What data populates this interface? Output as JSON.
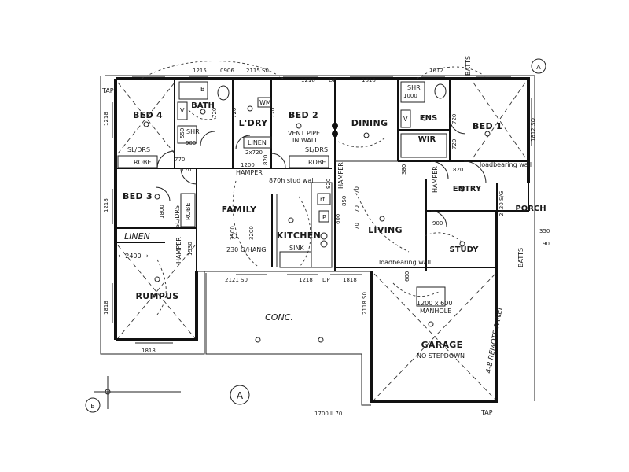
{
  "markers": {
    "grid_a_top": "A",
    "grid_a_bottom": "A",
    "grid_b": "B"
  },
  "rooms": {
    "bed4": "BED 4",
    "bath": "BATH",
    "ldry": "L'DRY",
    "bed2": "BED 2",
    "dining": "DINING",
    "ens": "ENS",
    "bed1": "BED 1",
    "wir": "WIR",
    "bed3": "BED 3",
    "family": "FAMILY",
    "kitchen": "KITCHEN",
    "living": "LIVING",
    "entry": "ENTRY",
    "porch": "PORCH",
    "study": "STUDY",
    "rumpus": "RUMPUS",
    "conc": "CONC.",
    "garage": "GARAGE"
  },
  "labels": {
    "tap_top": "TAP",
    "tap_bottom": "TAP",
    "batts_top": "BATTS",
    "batts_porch": "BATTS",
    "vent_pipe_1": "VENT PIPE",
    "vent_pipe_2": "IN WALL",
    "linen_ldry": "LINEN",
    "linen_rumpus": "LINEN",
    "robe_bed4": "ROBE",
    "robe_bed2": "ROBE",
    "robe_bed3": "ROBE",
    "sl_drs_bed4": "SL/DRS",
    "sl_drs_bed2": "SL/DRS",
    "sl_drs_bed3": "SL/DRS",
    "hamper_1": "HAMPER",
    "hamper_2": "HAMPER",
    "hamper_3": "HAMPER",
    "hamper_4": "HAMPER",
    "stud_wall": "870h stud wall",
    "loadbearing_1": "loadbearing wall",
    "loadbearing_2": "loadbearing wall",
    "sink": "SINK",
    "manhole_1": "1200 x 600",
    "manhole_2": "MANHOLE",
    "no_stepdown": "NO STEPDOWN",
    "remote_panel": "4-8 REMOTE PANEL",
    "o_hang": "230 O/HANG",
    "rumpus_width": "← 2400 →",
    "shr_1": "SHR",
    "shr_2": "SHR",
    "wm": "WM",
    "b_box": "B",
    "v_1": "V",
    "v_2": "V",
    "p_box": "P",
    "rf_box": "rf"
  },
  "dimensions": {
    "top_1215": "1215",
    "top_0906": "0906",
    "top_2115": "2115 S0",
    "top_1218": "1218",
    "top_dp": "DP",
    "top_1818": "1818",
    "top_1012": "1012",
    "left_1218_a": "1218",
    "left_1218_b": "1218",
    "left_1818": "1818",
    "ens_1000": "1000",
    "ens_720": "720",
    "bath_720": "720",
    "ldry_720": "720",
    "bed2_720": "720",
    "bed1_720": "720",
    "bed4_770": "770",
    "bed3_770": "770",
    "s900": "900",
    "s550": "550",
    "l2x720": "2x720",
    "l1200": "1200",
    "l820": "820",
    "l380": "380",
    "l920": "920",
    "l1800": "1800",
    "l1530": "1530",
    "fam_3500": "3500",
    "fam_3200": "3200",
    "k_600": "600",
    "k_850": "850",
    "l70_a": "70",
    "l70_b": "70",
    "l70_c": "70",
    "entry_900": "900",
    "entry_820": "820",
    "porch_350": "350",
    "porch_90": "90",
    "porch_2120": "2120 S/G",
    "w_2121": "2121 S0",
    "w_1218": "1218",
    "w_1818": "1818",
    "w_dp": "DP",
    "w_600": "600",
    "g_2118": "2118 S0",
    "bot_1818": "1818",
    "bot_1700": "1700 II 70",
    "bed1_1812": "1812 SO"
  }
}
